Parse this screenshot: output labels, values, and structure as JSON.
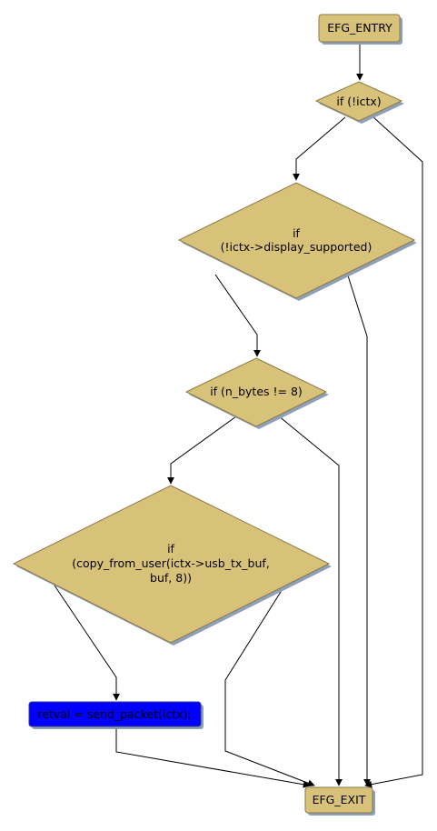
{
  "nodes": {
    "entry": {
      "label": "EFG_ENTRY"
    },
    "if_ictx": {
      "label": "if (!ictx)"
    },
    "if_display": {
      "label_line1": "if",
      "label_line2": "(!ictx->display_supported)"
    },
    "if_nbytes": {
      "label": "if (n_bytes != 8)"
    },
    "if_copy": {
      "label_line1": "if",
      "label_line2": "(copy_from_user(ictx->usb_tx_buf,",
      "label_line3": "buf, 8))"
    },
    "retval": {
      "label": "retval = send_packet(ictx);"
    },
    "exit": {
      "label": "EFG_EXIT"
    }
  },
  "colors": {
    "node_fill": "#d8c27a",
    "highlight_fill": "#0000ff",
    "shadow": "#8ea0b8",
    "edge": "#000000"
  }
}
